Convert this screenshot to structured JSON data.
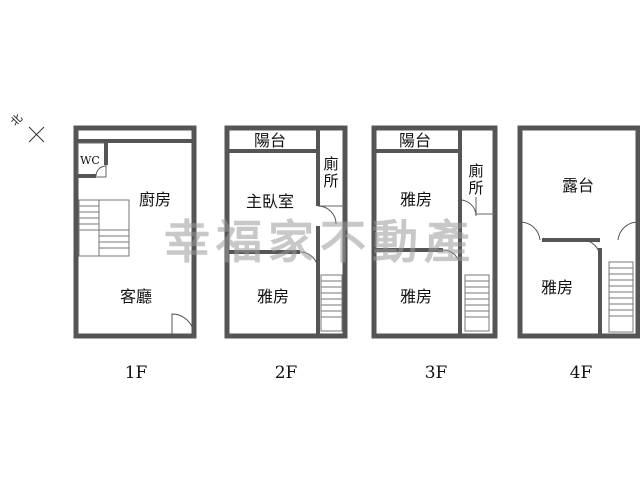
{
  "compass": {
    "label": "北",
    "icon": "north-arrow-icon"
  },
  "watermark": "幸福家不動產",
  "floors": [
    {
      "label": "1F",
      "rooms": {
        "wc": "WC",
        "kitchen": "廚房",
        "living": "客廳"
      }
    },
    {
      "label": "2F",
      "rooms": {
        "balcony": "陽台",
        "toilet": "廁所",
        "master": "主臥室",
        "bedroom": "雅房"
      }
    },
    {
      "label": "3F",
      "rooms": {
        "balcony": "陽台",
        "toilet": "廁所",
        "bedroom1": "雅房",
        "bedroom2": "雅房"
      }
    },
    {
      "label": "4F",
      "rooms": {
        "terrace": "露台",
        "bedroom": "雅房"
      }
    }
  ]
}
